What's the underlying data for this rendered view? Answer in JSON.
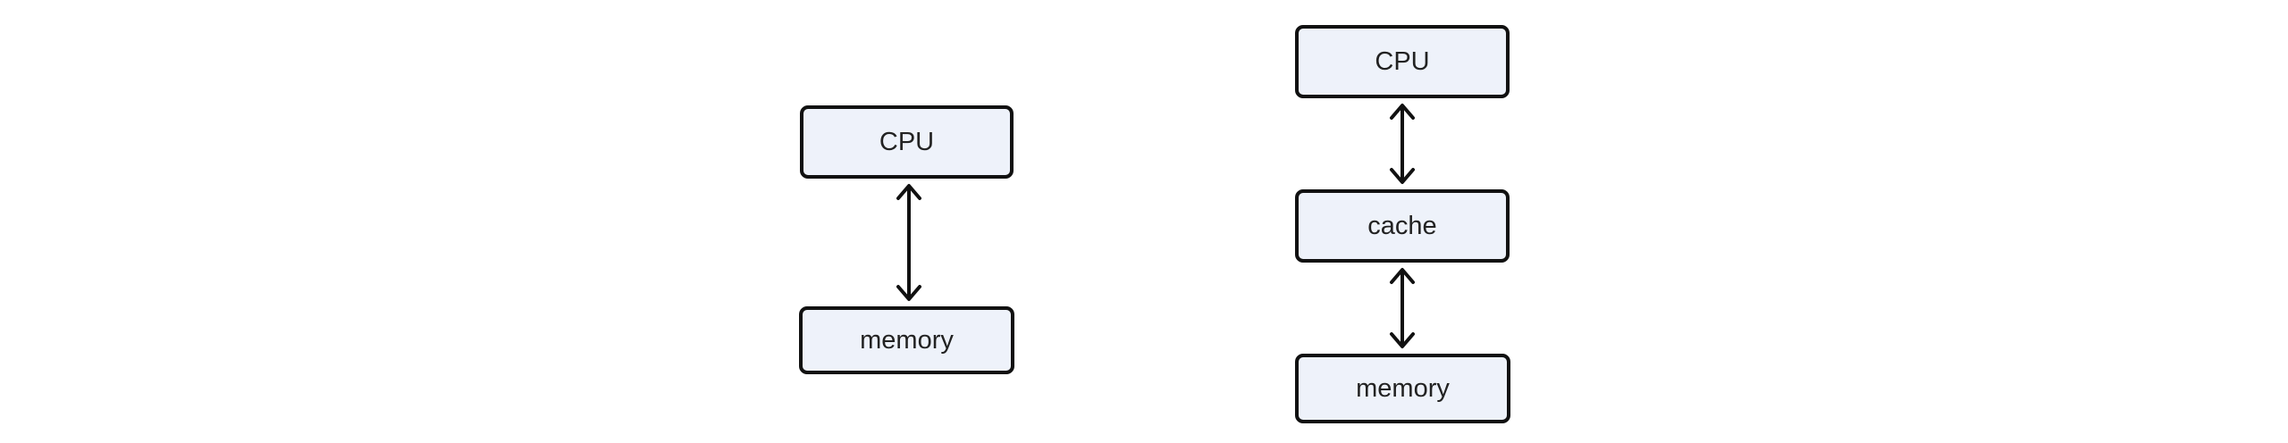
{
  "diagrams": [
    {
      "nodes": [
        {
          "label": "CPU"
        },
        {
          "label": "memory"
        }
      ],
      "links": [
        {
          "from": "CPU",
          "to": "memory",
          "direction": "bidirectional"
        }
      ]
    },
    {
      "nodes": [
        {
          "label": "CPU"
        },
        {
          "label": "cache"
        },
        {
          "label": "memory"
        }
      ],
      "links": [
        {
          "from": "CPU",
          "to": "cache",
          "direction": "bidirectional"
        },
        {
          "from": "cache",
          "to": "memory",
          "direction": "bidirectional"
        }
      ]
    }
  ],
  "colors": {
    "node_fill": "#eef2fa",
    "stroke": "#111111",
    "text": "#222222"
  }
}
